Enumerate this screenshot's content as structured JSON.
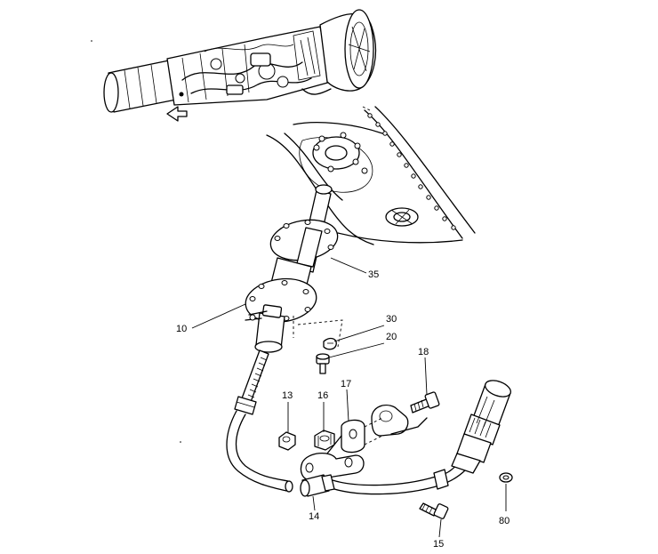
{
  "diagram": {
    "callouts": [
      {
        "id": "c35",
        "label": "35"
      },
      {
        "id": "c10",
        "label": "10"
      },
      {
        "id": "c30",
        "label": "30"
      },
      {
        "id": "c20",
        "label": "20"
      },
      {
        "id": "c18",
        "label": "18"
      },
      {
        "id": "c13",
        "label": "13"
      },
      {
        "id": "c16",
        "label": "16"
      },
      {
        "id": "c17",
        "label": "17"
      },
      {
        "id": "c14",
        "label": "14"
      },
      {
        "id": "c15",
        "label": "15"
      },
      {
        "id": "c80",
        "label": "80"
      }
    ]
  }
}
